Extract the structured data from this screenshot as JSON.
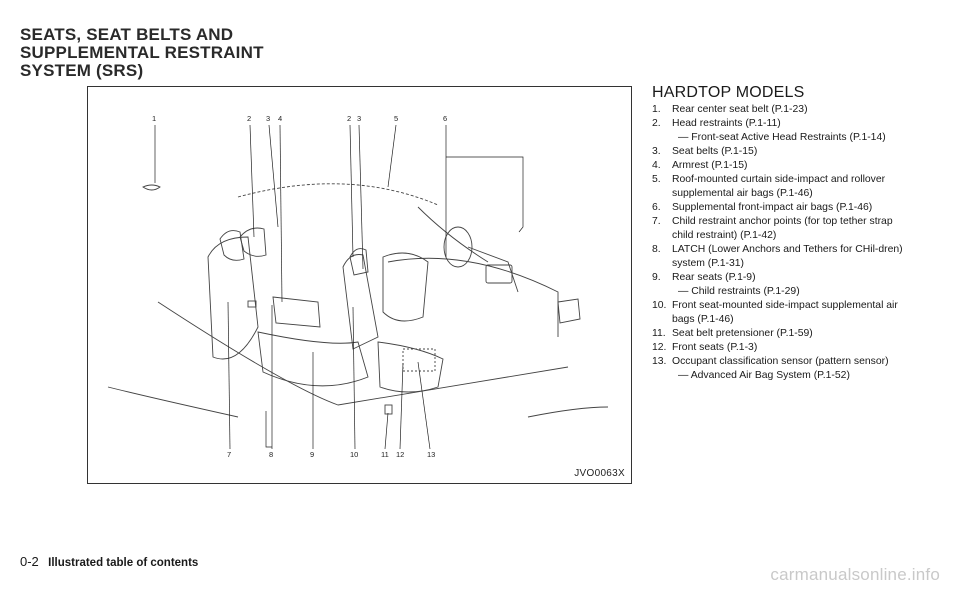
{
  "section": {
    "title_lines": [
      "SEATS, SEAT BELTS AND",
      "SUPPLEMENTAL RESTRAINT",
      "SYSTEM (SRS)"
    ]
  },
  "figure": {
    "code": "JVO0063X",
    "callouts_top": [
      "1",
      "2",
      "3",
      "4",
      "2",
      "3",
      "5",
      "6"
    ],
    "callouts_bottom": [
      "7",
      "8",
      "9",
      "10",
      "11",
      "12",
      "13"
    ]
  },
  "models_heading": "HARDTOP MODELS",
  "items": [
    {
      "num": "1.",
      "text": "Rear center seat belt (P.1-23)",
      "sub": ""
    },
    {
      "num": "2.",
      "text": "Head restraints (P.1-11)",
      "sub": "— Front-seat Active Head Restraints (P.1-14)"
    },
    {
      "num": "3.",
      "text": "Seat belts (P.1-15)",
      "sub": ""
    },
    {
      "num": "4.",
      "text": "Armrest (P.1-15)",
      "sub": ""
    },
    {
      "num": "5.",
      "text": "Roof-mounted curtain side-impact and rollover supplemental air bags (P.1-46)",
      "sub": ""
    },
    {
      "num": "6.",
      "text": "Supplemental front-impact air bags (P.1-46)",
      "sub": ""
    },
    {
      "num": "7.",
      "text": "Child restraint anchor points (for top tether strap child restraint) (P.1-42)",
      "sub": ""
    },
    {
      "num": "8.",
      "text": "LATCH (Lower Anchors and Tethers for CHil-dren) system (P.1-31)",
      "sub": ""
    },
    {
      "num": "9.",
      "text": "Rear seats (P.1-9)",
      "sub": "— Child restraints (P.1-29)"
    },
    {
      "num": "10.",
      "text": "Front seat-mounted side-impact supplemental air bags (P.1-46)",
      "sub": ""
    },
    {
      "num": "11.",
      "text": "Seat belt pretensioner (P.1-59)",
      "sub": ""
    },
    {
      "num": "12.",
      "text": "Front seats (P.1-3)",
      "sub": ""
    },
    {
      "num": "13.",
      "text": "Occupant classification sensor (pattern sensor)",
      "sub": "— Advanced Air Bag System (P.1-52)"
    }
  ],
  "footer": {
    "page_number": "0-2",
    "title": "Illustrated table of contents"
  },
  "watermark": "carmanualsonline.info"
}
